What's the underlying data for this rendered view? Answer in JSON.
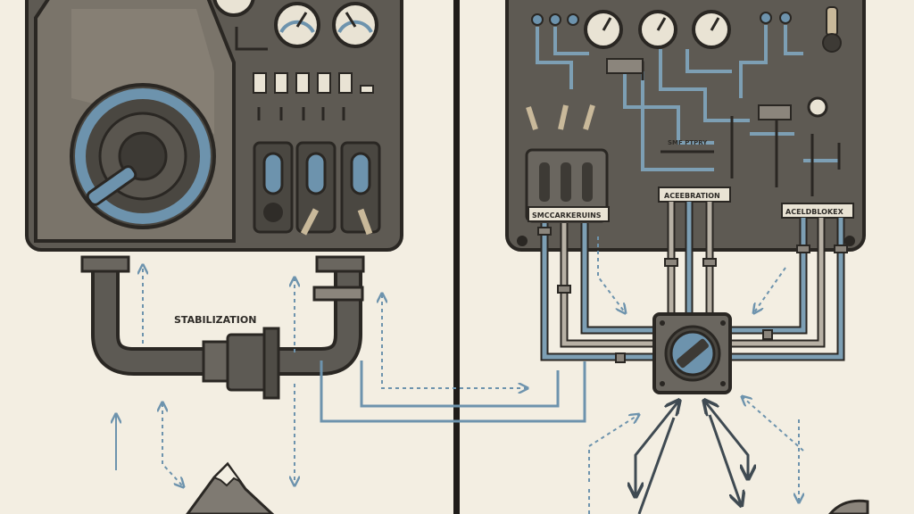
{
  "labels": {
    "stabilization": "STABILIZATION",
    "acceleration": "ACEEBRATION",
    "left_switch_panel": "SMCCARKERUINS",
    "right_switch_panel": "ACELDBLOKEX",
    "center_readout": "SMF PTPRY"
  },
  "colors": {
    "background": "#f3eee2",
    "panel": "#5e5a53",
    "panel_dark": "#3f3c37",
    "outline": "#2a2723",
    "pipe_blue": "#7d9fb4",
    "pipe_grey": "#8b857c",
    "accent_blue": "#6d93ad",
    "divider": "#1f1c19"
  },
  "icons": [
    "gauge-icon",
    "toggle-switch-icon",
    "rotary-valve-icon",
    "mountain-icon",
    "arrow-icon"
  ]
}
